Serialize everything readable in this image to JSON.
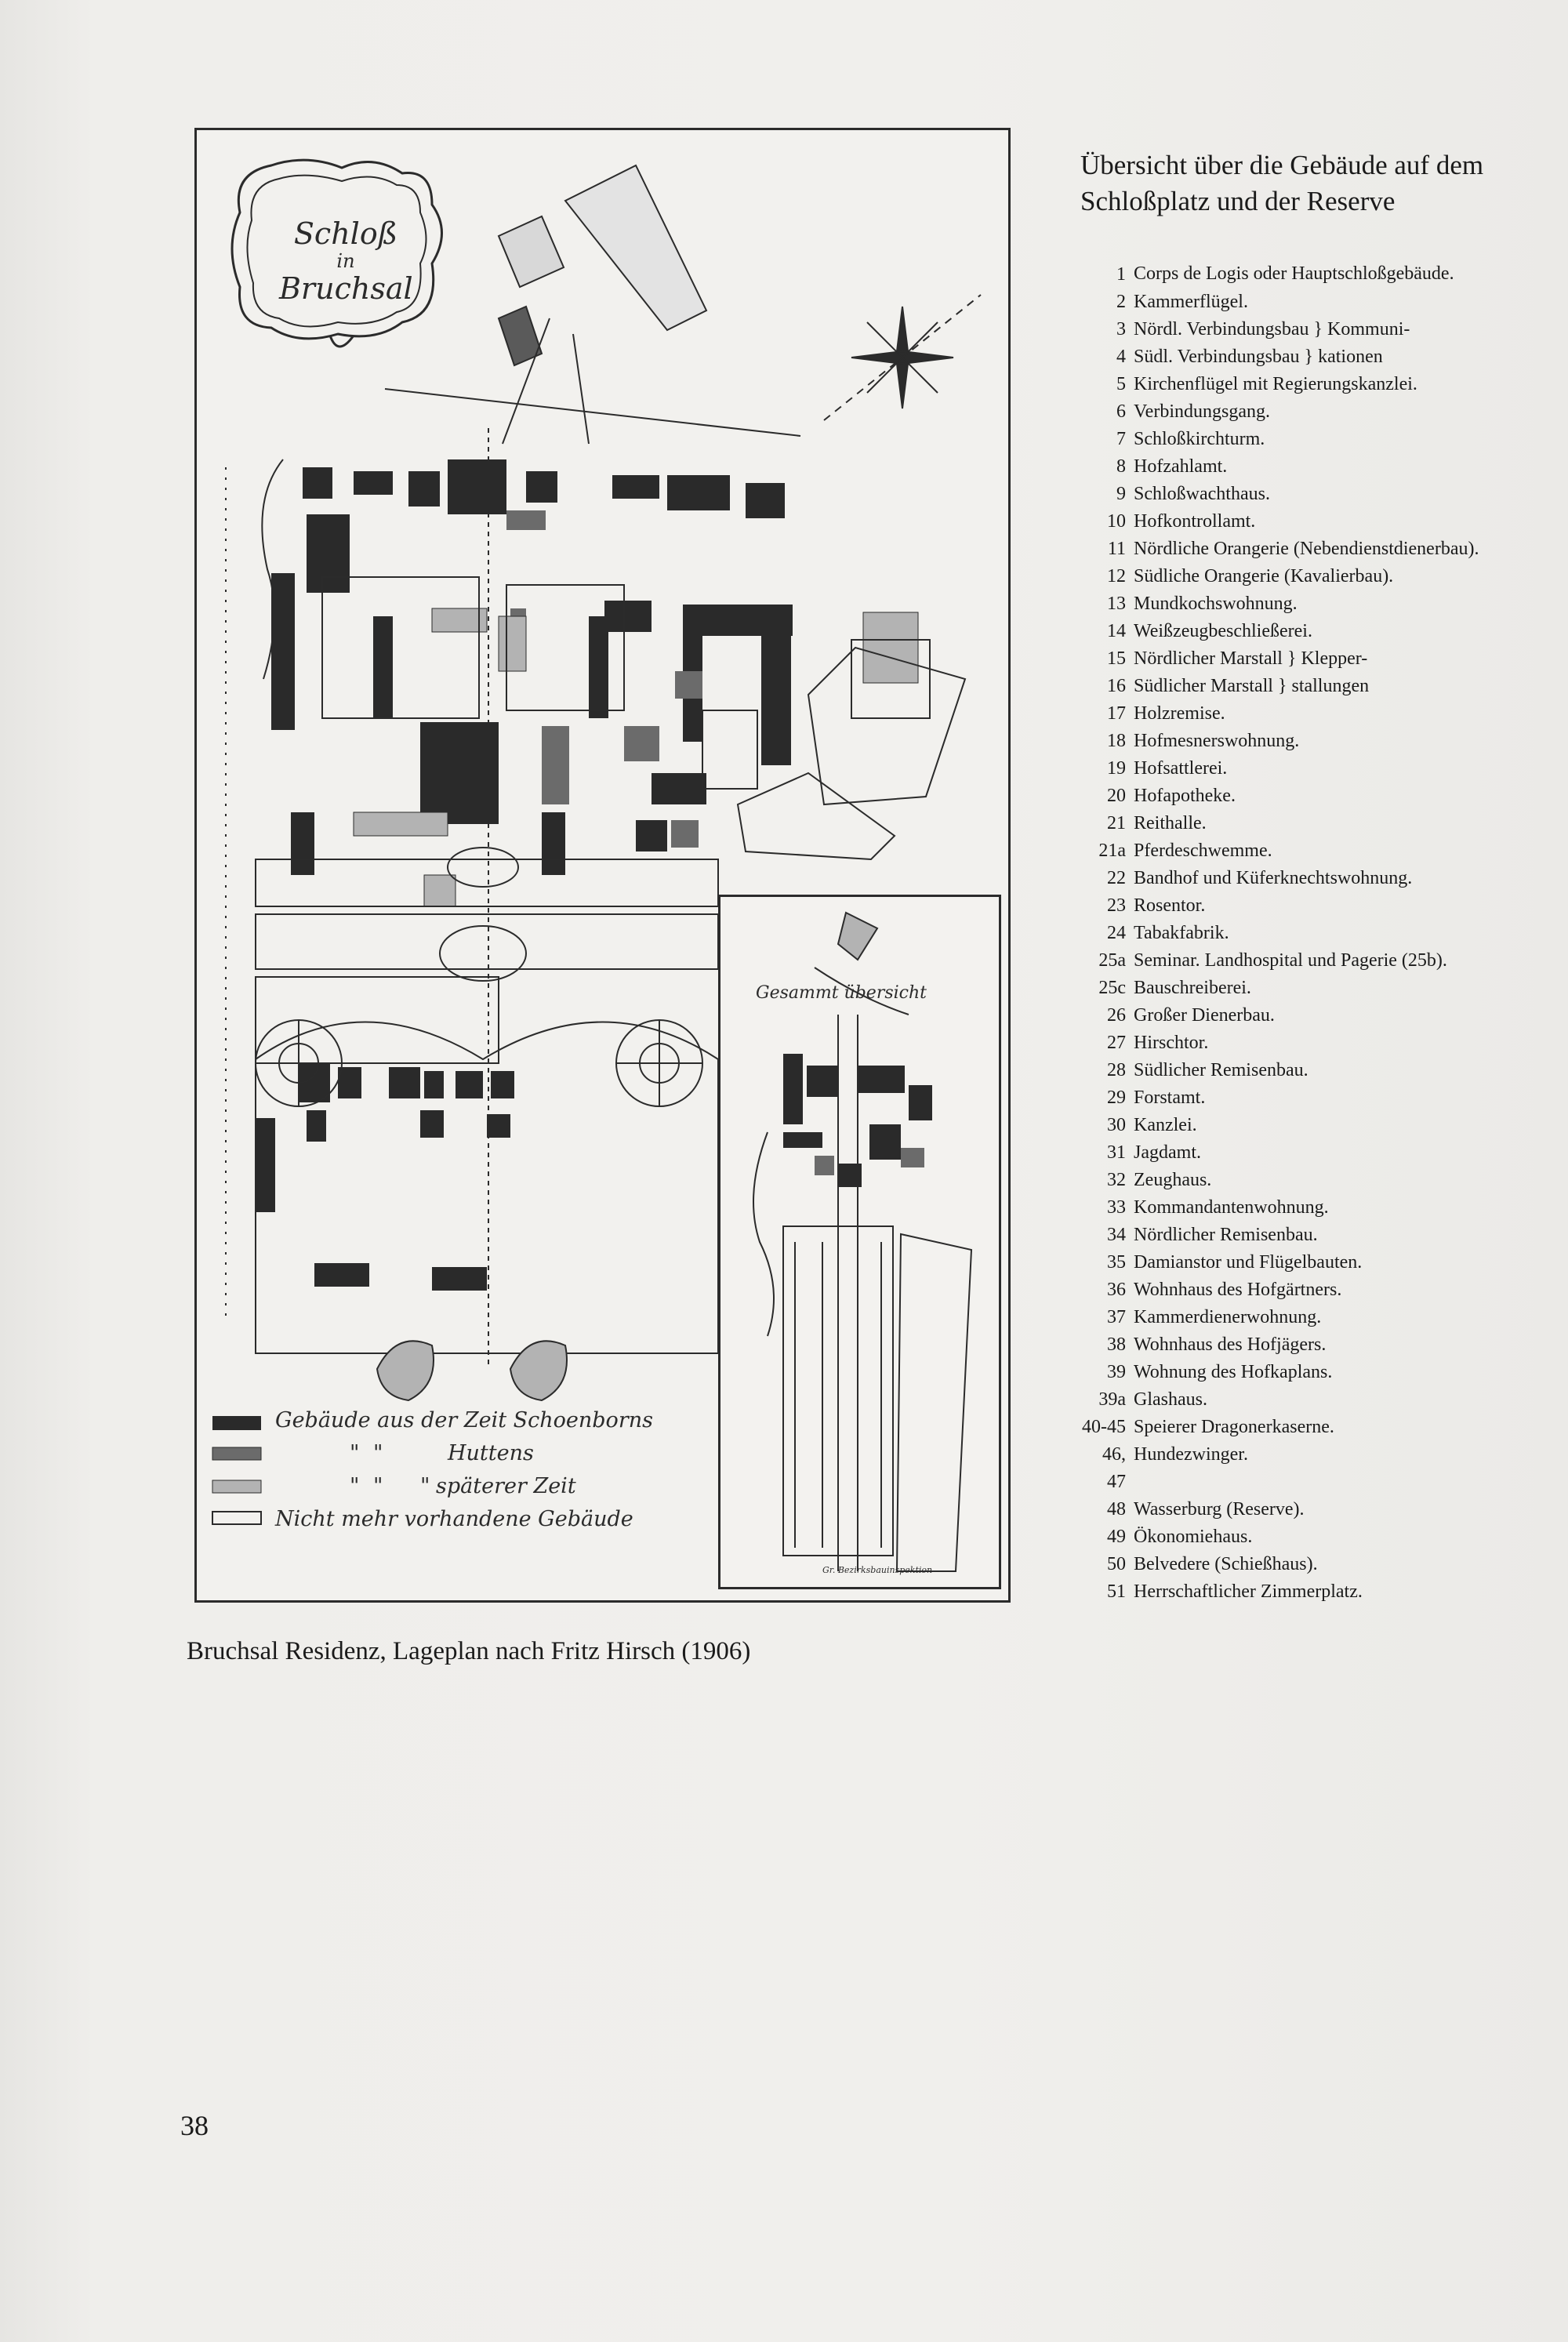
{
  "legend": {
    "title": "Übersicht über die Gebäude auf dem Schloßplatz und der Reserve",
    "items": [
      {
        "num": "1",
        "text": "Corps de Logis oder Hauptschloßgebäude."
      },
      {
        "num": "2",
        "text": "Kammerflügel."
      },
      {
        "num": "3",
        "text": "Nördl. Verbindungsbau } Kommuni-"
      },
      {
        "num": "4",
        "text": "Südl. Verbindungsbau } kationen"
      },
      {
        "num": "5",
        "text": "Kirchenflügel mit Regierungskanzlei."
      },
      {
        "num": "6",
        "text": "Verbindungsgang."
      },
      {
        "num": "7",
        "text": "Schloßkirchturm."
      },
      {
        "num": "8",
        "text": "Hofzahlamt."
      },
      {
        "num": "9",
        "text": "Schloßwachthaus."
      },
      {
        "num": "10",
        "text": "Hofkontrollamt."
      },
      {
        "num": "11",
        "text": "Nördliche Orangerie (Nebendienstdienerbau)."
      },
      {
        "num": "12",
        "text": "Südliche Orangerie (Kavalierbau)."
      },
      {
        "num": "13",
        "text": "Mundkochswohnung."
      },
      {
        "num": "14",
        "text": "Weißzeugbeschließerei."
      },
      {
        "num": "15",
        "text": "Nördlicher Marstall } Klepper-"
      },
      {
        "num": "16",
        "text": "Südlicher Marstall } stallungen"
      },
      {
        "num": "17",
        "text": "Holzremise."
      },
      {
        "num": "18",
        "text": "Hofmesnerswohnung."
      },
      {
        "num": "19",
        "text": "Hofsattlerei."
      },
      {
        "num": "20",
        "text": "Hofapotheke."
      },
      {
        "num": "21",
        "text": "Reithalle."
      },
      {
        "num": "21a",
        "text": "Pferdeschwemme."
      },
      {
        "num": "22",
        "text": "Bandhof und Küferknechtswohnung."
      },
      {
        "num": "23",
        "text": "Rosentor."
      },
      {
        "num": "24",
        "text": "Tabakfabrik."
      },
      {
        "num": "25a",
        "text": "Seminar. Landhospital und Pagerie (25b)."
      },
      {
        "num": "25c",
        "text": "Bauschreiberei."
      },
      {
        "num": "26",
        "text": "Großer Dienerbau."
      },
      {
        "num": "27",
        "text": "Hirschtor."
      },
      {
        "num": "28",
        "text": "Südlicher Remisenbau."
      },
      {
        "num": "29",
        "text": "Forstamt."
      },
      {
        "num": "30",
        "text": "Kanzlei."
      },
      {
        "num": "31",
        "text": "Jagdamt."
      },
      {
        "num": "32",
        "text": "Zeughaus."
      },
      {
        "num": "33",
        "text": "Kommandantenwohnung."
      },
      {
        "num": "34",
        "text": "Nördlicher Remisenbau."
      },
      {
        "num": "35",
        "text": "Damianstor und Flügelbauten."
      },
      {
        "num": "36",
        "text": "Wohnhaus des Hofgärtners."
      },
      {
        "num": "37",
        "text": "Kammerdienerwohnung."
      },
      {
        "num": "38",
        "text": "Wohnhaus des Hofjägers."
      },
      {
        "num": "39",
        "text": "Wohnung des Hofkaplans."
      },
      {
        "num": "39a",
        "text": "Glashaus."
      },
      {
        "num": "40-45",
        "text": "Speierer Dragonerkaserne."
      },
      {
        "num": "46, 47",
        "text": "Hundezwinger."
      },
      {
        "num": "48",
        "text": "Wasserburg (Reserve)."
      },
      {
        "num": "49",
        "text": "Ökonomiehaus."
      },
      {
        "num": "50",
        "text": "Belvedere (Schießhaus)."
      },
      {
        "num": "51",
        "text": "Herrschaftlicher Zimmerplatz."
      }
    ]
  },
  "map": {
    "cartouche_line1": "Schloß",
    "cartouche_line2": "in",
    "cartouche_line3": "Bruchsal",
    "inset_title": "Gesammt übersicht",
    "inset_footer": "Gr. Bezirksbauinspektion",
    "key": [
      {
        "swatch": "dark",
        "text": "Gebäude aus der Zeit Schoenborns"
      },
      {
        "swatch": "mid",
        "text": "Huttens"
      },
      {
        "swatch": "light",
        "text": "späterer Zeit"
      },
      {
        "swatch": "outline",
        "text": "Nicht mehr vorhandene Gebäude"
      }
    ],
    "key_ditto": "\"",
    "colors": {
      "dark": "#2a2a2a",
      "mid": "#6b6b6b",
      "light": "#b3b3b3",
      "ink": "#2b2b2b"
    }
  },
  "caption": "Bruchsal Residenz, Lageplan nach Fritz Hirsch (1906)",
  "page_number": "38"
}
